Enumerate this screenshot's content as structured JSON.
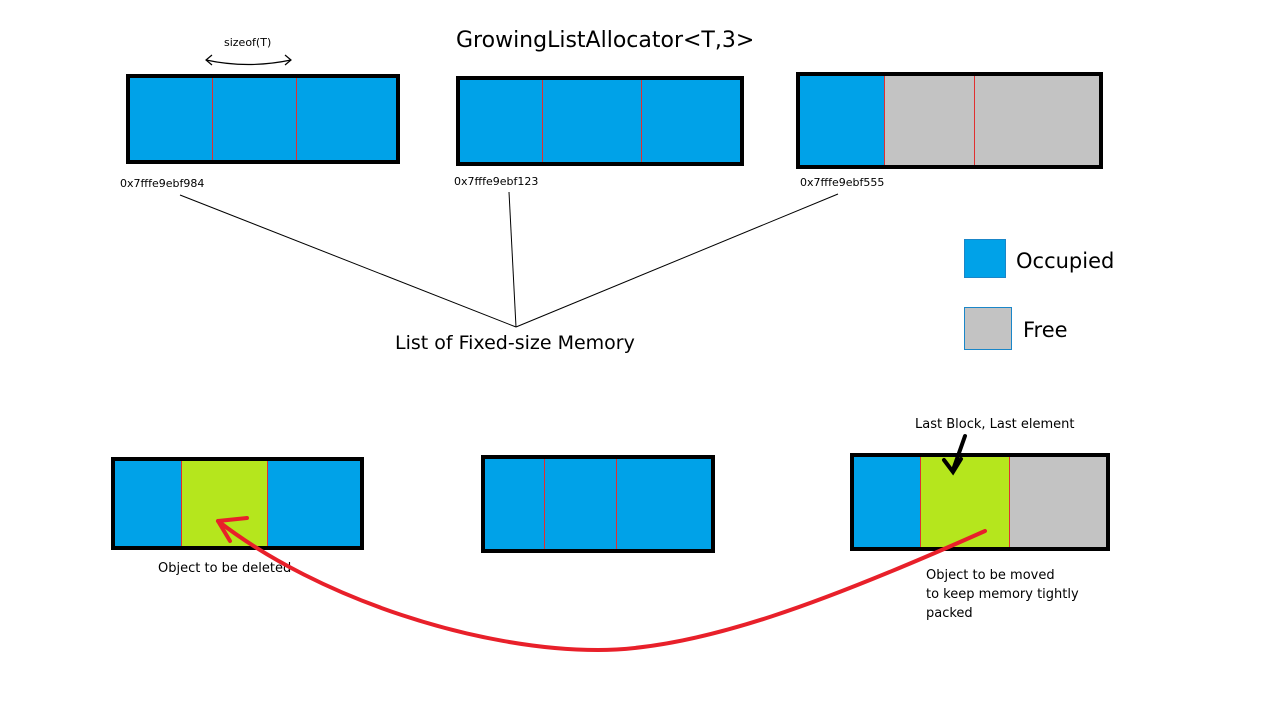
{
  "title": "GrowingListAllocator<T,3>",
  "sizeof_label": "sizeof(T)",
  "addresses": [
    "0x7fffe9ebf984",
    "0x7fffe9ebf123",
    "0x7fffe9ebf555"
  ],
  "list_label": "List of Fixed-size Memory",
  "legend": [
    {
      "label": "Occupied",
      "color": "#00a2e8"
    },
    {
      "label": "Free",
      "color": "#c3c3c3"
    }
  ],
  "top_blocks": [
    [
      "occupied",
      "occupied",
      "occupied"
    ],
    [
      "occupied",
      "occupied",
      "occupied"
    ],
    [
      "occupied",
      "free",
      "free"
    ]
  ],
  "bottom_blocks": [
    [
      "occupied",
      "highlighted",
      "occupied"
    ],
    [
      "occupied",
      "occupied",
      "occupied"
    ],
    [
      "occupied",
      "highlighted",
      "free"
    ]
  ],
  "annotations": {
    "last_block": "Last Block, Last element",
    "to_delete": "Object to be deleted",
    "to_move_lines": [
      "Object to be moved",
      "to keep memory tightly",
      "packed"
    ]
  },
  "colors": {
    "occupied": "#00a2e8",
    "free": "#c3c3c3",
    "highlight": "#b5e61d",
    "divider": "#e03030",
    "arrow": "#e8202a"
  }
}
